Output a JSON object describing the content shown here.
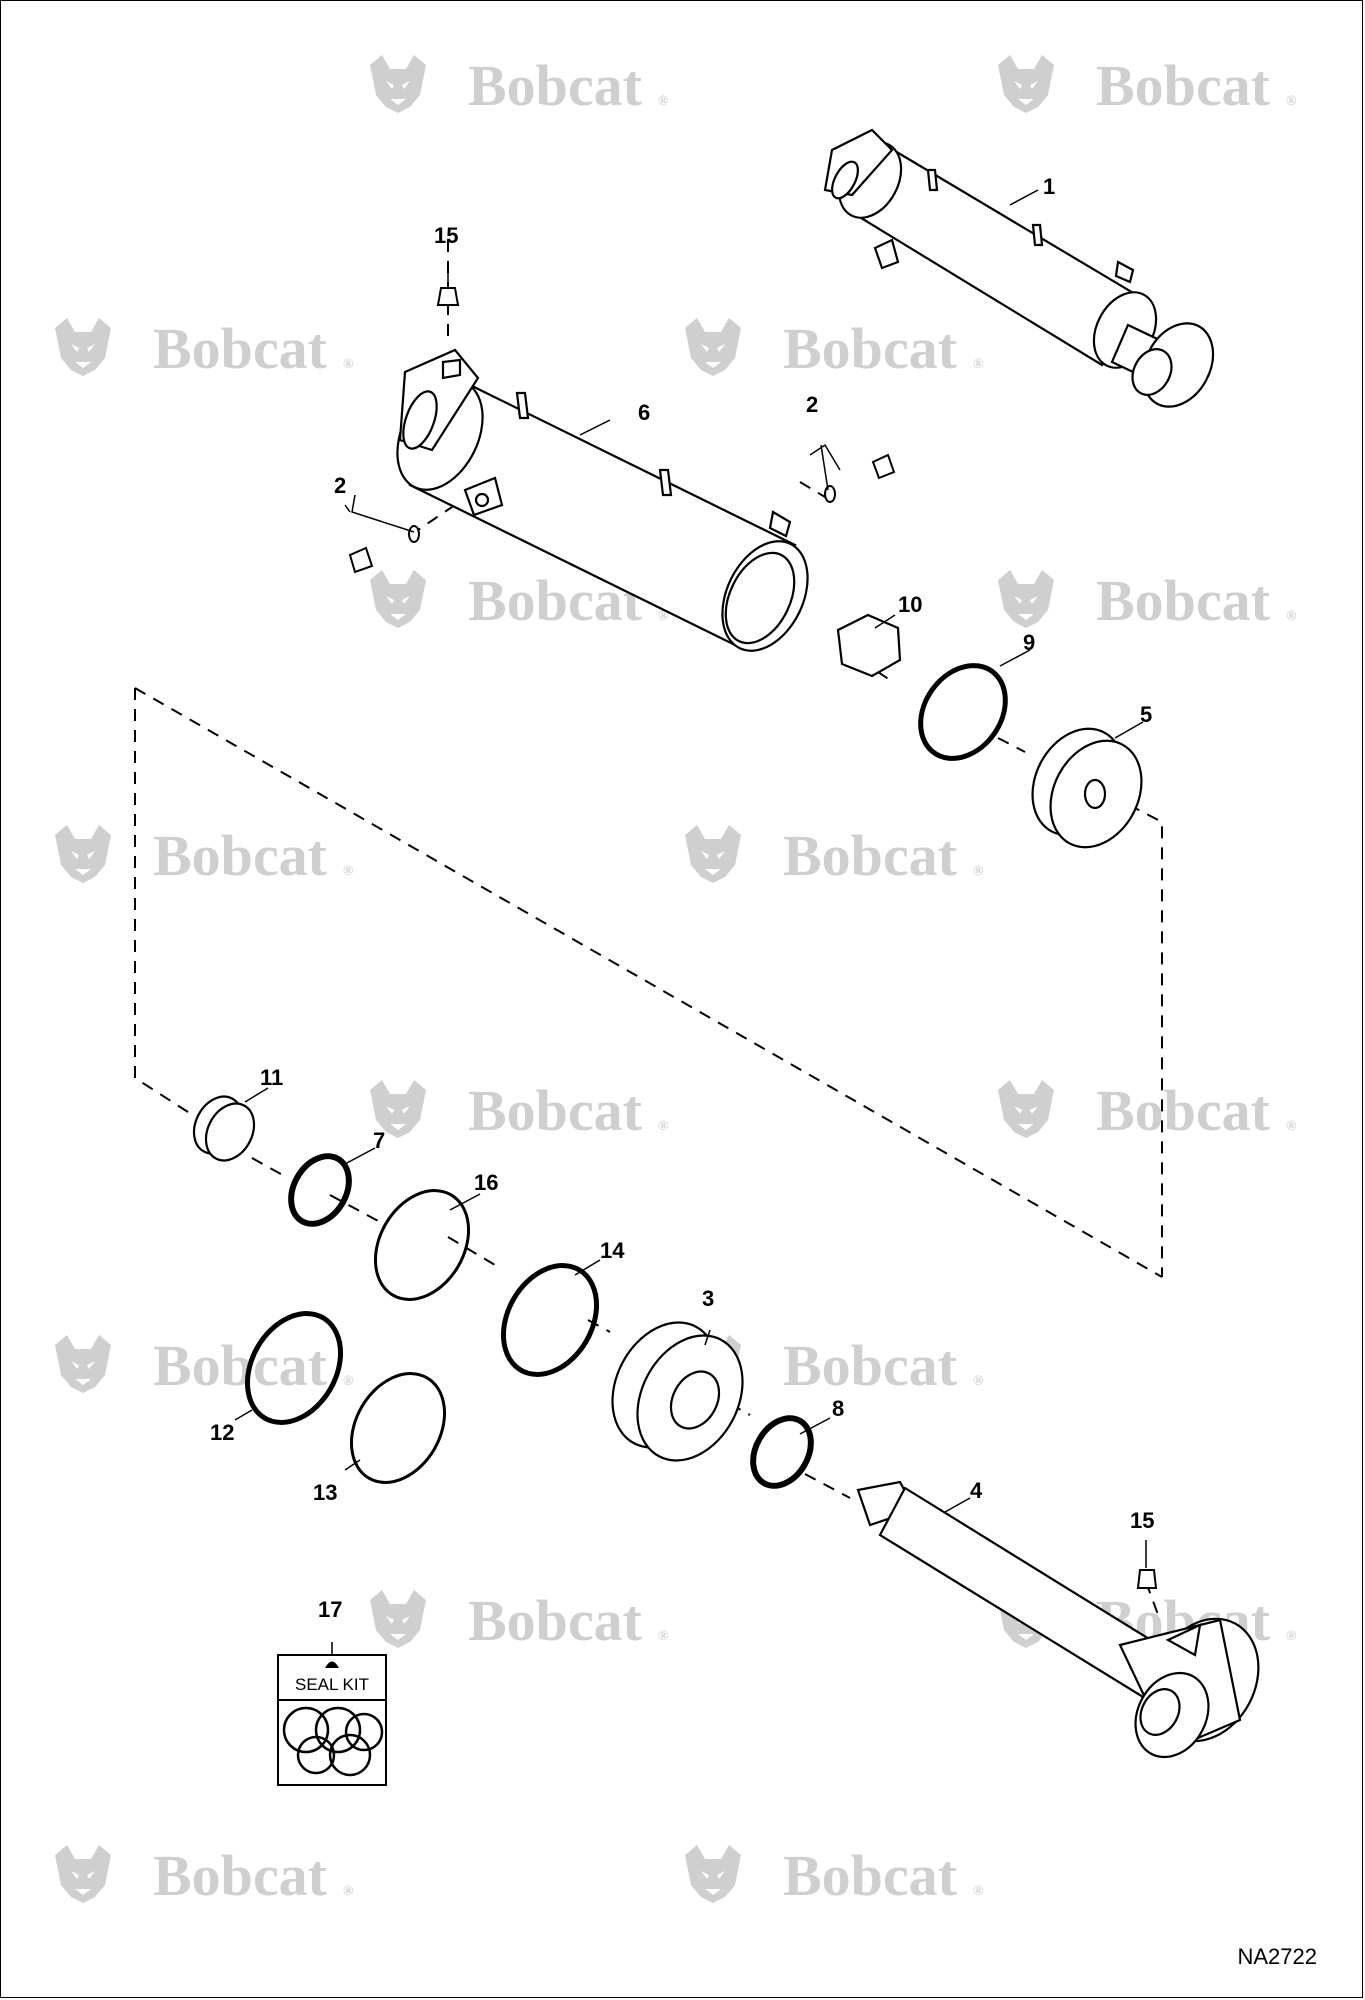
{
  "watermark": {
    "brand": "Bobcat",
    "mark": "®"
  },
  "callouts": [
    "1",
    "2",
    "2",
    "3",
    "4",
    "5",
    "6",
    "7",
    "8",
    "9",
    "10",
    "11",
    "12",
    "13",
    "14",
    "15",
    "15",
    "16",
    "17"
  ],
  "seal_kit": {
    "number": "17",
    "label": "SEAL KIT"
  },
  "drawing_number": "NA2722"
}
